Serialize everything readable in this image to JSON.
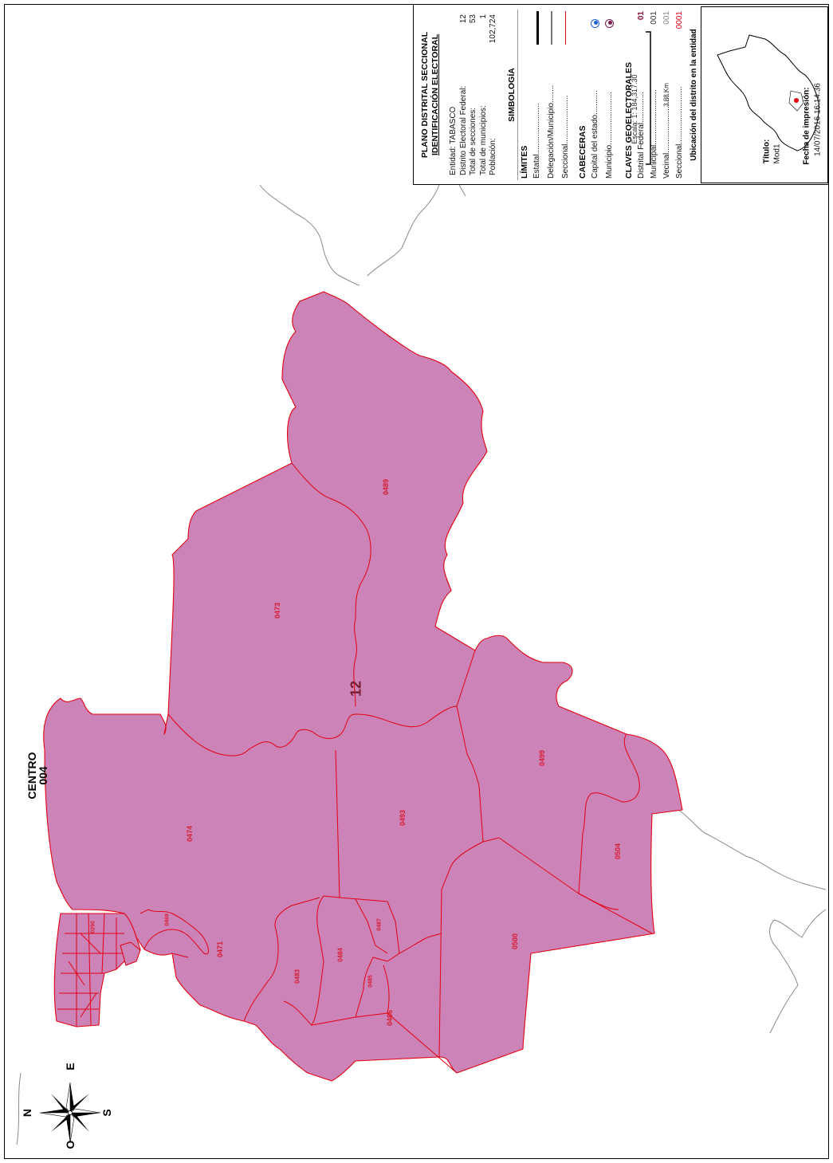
{
  "panel": {
    "title_line1": "PLANO DISTRITAL SECCIONAL",
    "title_line2": "IDENTIFICACIÓN ELECTORAL",
    "info": [
      {
        "label": "Entidad: TABASCO",
        "value": ""
      },
      {
        "label": "Distrito Electoral Federal:",
        "value": "12"
      },
      {
        "label": "Total de secciones:",
        "value": "53"
      },
      {
        "label": "Total de municipios:",
        "value": "1"
      },
      {
        "label": "Población:",
        "value": "102,724"
      }
    ],
    "simbologia_title": "SIMBOLOGÍA",
    "limites_title": "LÍMITES",
    "limites": [
      {
        "label": "Estatal.......................",
        "color": "#000000"
      },
      {
        "label": "Delegación/Municipio........",
        "color": "#777777"
      },
      {
        "label": "Seccional......................",
        "color": "#e3000f"
      }
    ],
    "cabeceras_title": "CABECERAS",
    "cabeceras": [
      {
        "label": "Capital del estado...........",
        "color": "#1e5fd6"
      },
      {
        "label": "Municipio........................",
        "color": "#7a1b4d"
      }
    ],
    "claves_title": "CLAVES GEOELECTORALES",
    "claves": [
      {
        "label": "Distrital Federal..............",
        "code": "01",
        "color": "#8b1538"
      },
      {
        "label": "Municipal.........................",
        "code": "001",
        "color": "#333333"
      },
      {
        "label": "Vecinal............................",
        "code": "001",
        "color": "#888888"
      },
      {
        "label": "Seccional..........................",
        "code": "0001",
        "color": "#e3000f"
      }
    ],
    "ubicacion_title": "Ubicación del distrito en la entidad",
    "escala": "Escala: 1: 184,317.30",
    "scale_km": "3.88 Km",
    "titulo_label": "Título:",
    "titulo_value": "Mod1",
    "fecha_label": "Fecha de impresión:",
    "fecha_value": "14/07/2016 16:14:36"
  },
  "map": {
    "municipality_name": "CENTRO",
    "municipality_code": "004",
    "district_label": "12",
    "compass": {
      "north": "N",
      "east": "E",
      "south": "S",
      "west": "O"
    },
    "fill_color": "#cc84b8",
    "boundary_color": "#e3000f",
    "sections": [
      "0489",
      "0473",
      "0474",
      "0493",
      "0499",
      "0504",
      "0500",
      "0471",
      "0469",
      "0483",
      "0484",
      "0485",
      "0487",
      "0486",
      "0290"
    ]
  }
}
